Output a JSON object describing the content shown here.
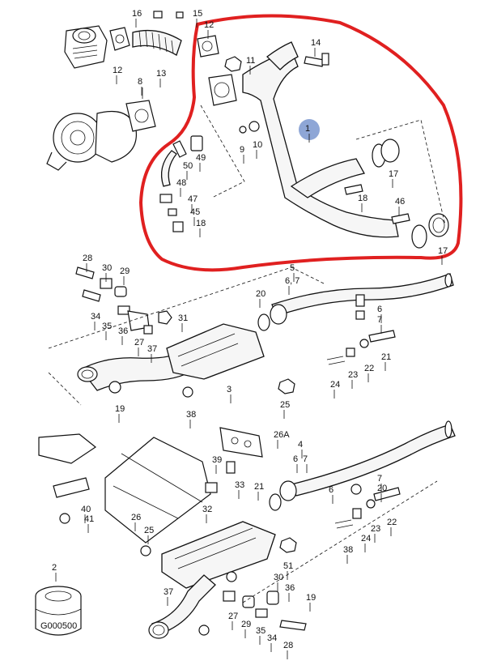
{
  "diagram": {
    "callouts": [
      "16",
      "15",
      "12",
      "14",
      "11",
      "12",
      "13",
      "8",
      "1",
      "9",
      "10",
      "49",
      "50",
      "17",
      "48",
      "18",
      "47",
      "46",
      "45",
      "18",
      "17",
      "28",
      "30",
      "29",
      "34",
      "35",
      "36",
      "31",
      "27",
      "37",
      "20",
      "5",
      "6, 7",
      "6",
      "7",
      "22",
      "21",
      "23",
      "24",
      "19",
      "3",
      "25",
      "38",
      "26A",
      "40",
      "41",
      "26",
      "33",
      "39",
      "32",
      "4",
      "6",
      "7",
      "6",
      "7",
      "20",
      "21",
      "22",
      "23",
      "24",
      "38",
      "25",
      "51",
      "2",
      "37",
      "27",
      "29",
      "30",
      "36",
      "35",
      "34",
      "28",
      "19"
    ],
    "printed_text": {
      "bushing_marking": "G000500"
    },
    "highlight": {
      "stroke_color": "#e02020",
      "marker_fill": "#8ea6d6"
    }
  }
}
